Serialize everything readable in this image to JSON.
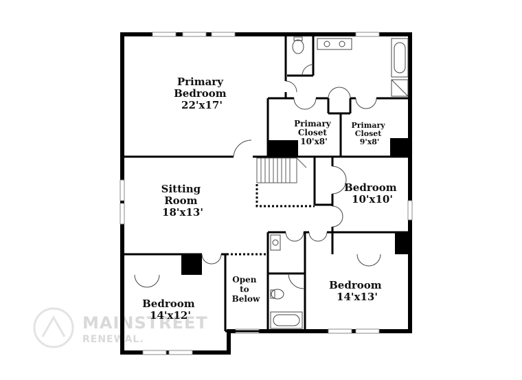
{
  "rooms": [
    {
      "id": "primary-bedroom",
      "name_lines": [
        "Primary",
        "Bedroom"
      ],
      "dims": "22'x17'"
    },
    {
      "id": "primary-closet-1",
      "name_lines": [
        "Primary",
        "Closet"
      ],
      "dims": "10'x8'"
    },
    {
      "id": "primary-closet-2",
      "name_lines": [
        "Primary",
        "Closet"
      ],
      "dims": "9'x8'"
    },
    {
      "id": "sitting-room",
      "name_lines": [
        "Sitting",
        "Room"
      ],
      "dims": "18'x13'"
    },
    {
      "id": "bedroom-10x10",
      "name_lines": [
        "Bedroom"
      ],
      "dims": "10'x10'"
    },
    {
      "id": "open-to-below",
      "name_lines": [
        "Open",
        "to",
        "Below"
      ],
      "dims": ""
    },
    {
      "id": "bedroom-14x13",
      "name_lines": [
        "Bedroom"
      ],
      "dims": "14'x13'"
    },
    {
      "id": "bedroom-14x12",
      "name_lines": [
        "Bedroom"
      ],
      "dims": "14'x12'"
    }
  ],
  "watermark": {
    "line1": "MAINSTREET",
    "line2": "RENEWAL."
  }
}
